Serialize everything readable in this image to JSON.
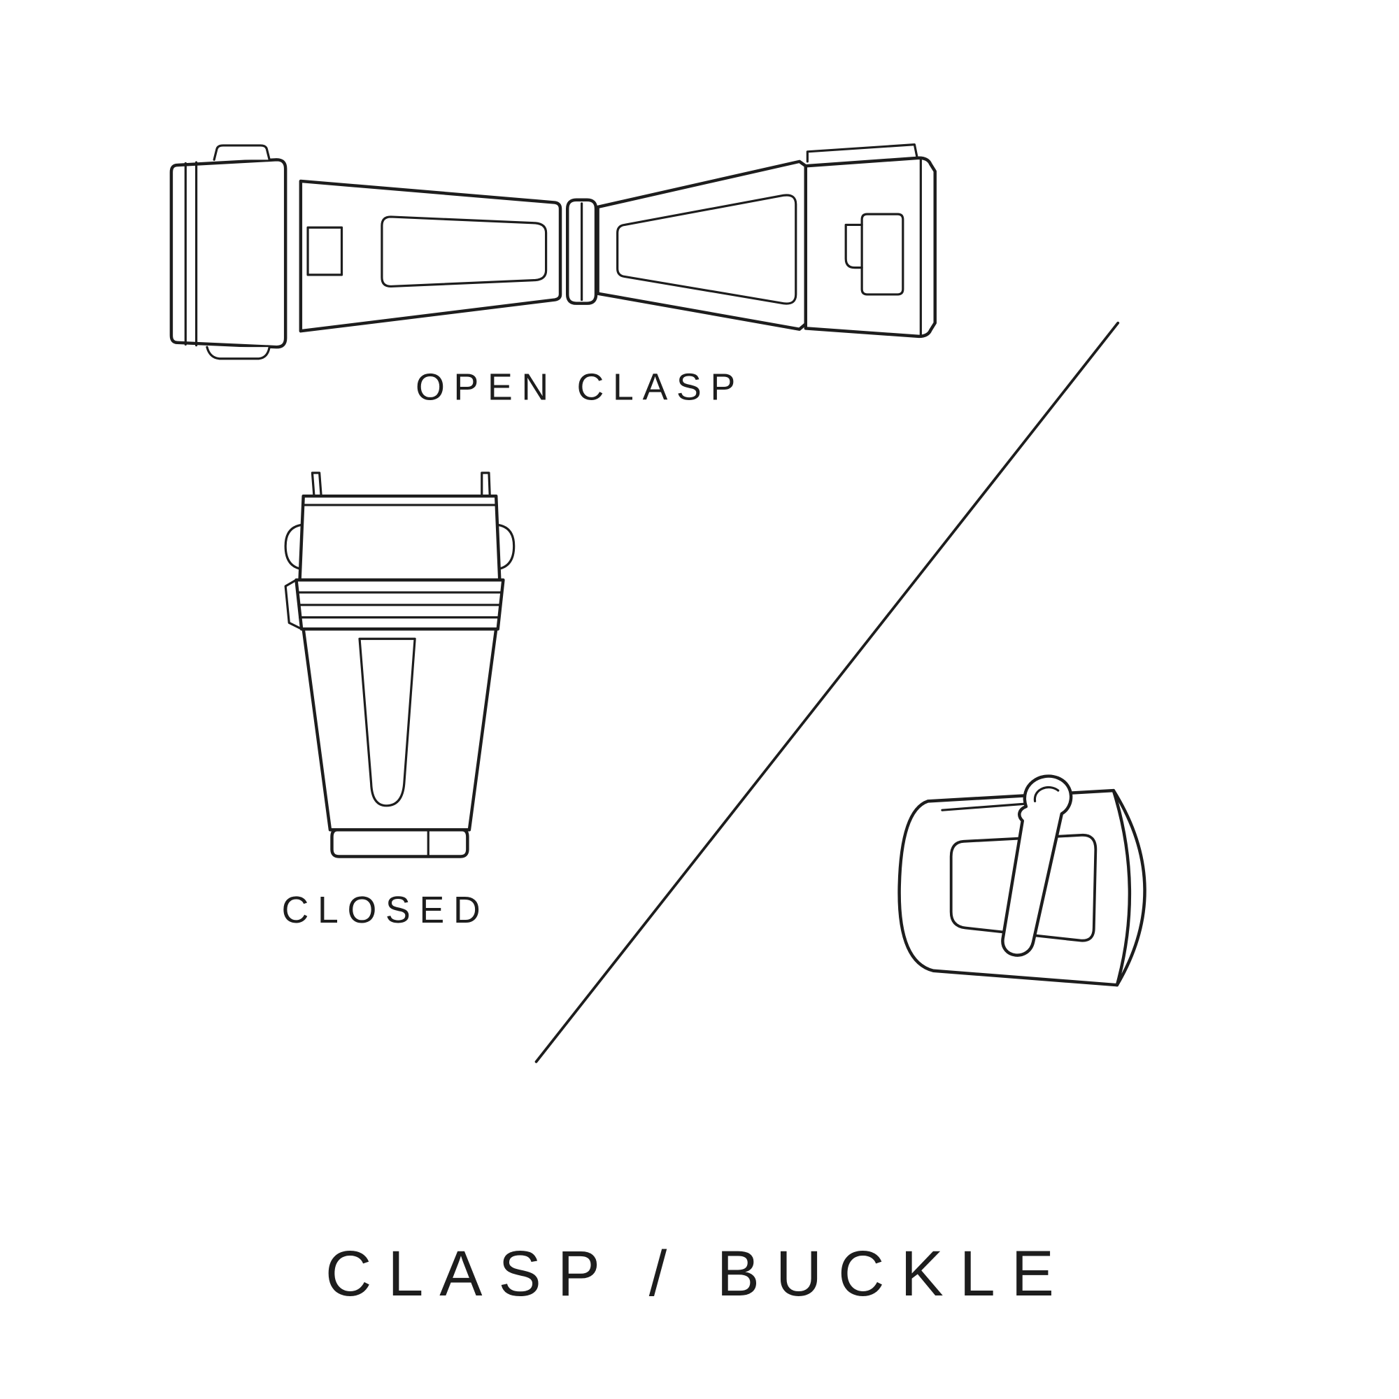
{
  "colors": {
    "background": "#ffffff",
    "line": "#1d1d1d"
  },
  "diagram": {
    "title": "CLASP / BUCKLE",
    "figures": [
      {
        "name": "open-clasp",
        "label": "OPEN CLASP"
      },
      {
        "name": "closed-clasp",
        "label": "CLOSED"
      },
      {
        "name": "buckle",
        "label": ""
      }
    ]
  }
}
